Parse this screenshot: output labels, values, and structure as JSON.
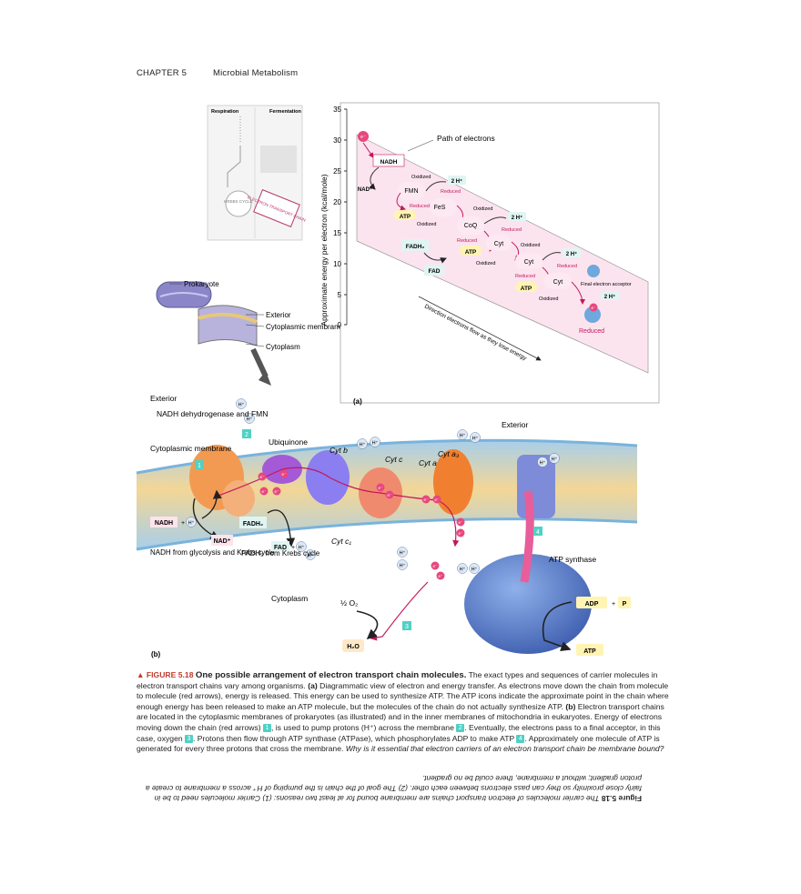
{
  "header": {
    "chapter": "CHAPTER 5",
    "title": "Microbial Metabolism"
  },
  "inset": {
    "respiration": "Respiration",
    "fermentation": "Fermentation",
    "krebs": "KREBS CYCLE",
    "etc": "ELECTRON TRANSPORT CHAIN"
  },
  "prokaryote": {
    "label": "Prokaryote",
    "exterior": "Exterior",
    "membrane": "Cytoplasmic membrane",
    "cytoplasm": "Cytoplasm"
  },
  "panel_a": {
    "label": "(a)",
    "ylabel": "Approximate energy per electron (kcal/mole)",
    "yticks": [
      "35",
      "30",
      "25",
      "20",
      "15",
      "10",
      "5",
      "0"
    ],
    "path_label": "Path of electrons",
    "direction": "Direction electrons flow as they lose energy",
    "electron": "e⁻",
    "nadh": "NADH",
    "nad": "NAD⁺",
    "fmn": "FMN",
    "fes": "FeS",
    "coq": "CoQ",
    "cyt": "Cyt",
    "fadh2": "FADH₂",
    "fad": "FAD",
    "atp": "ATP",
    "two_h": "2 H⁺",
    "oxidized": "Oxidized",
    "reduced": "Reduced",
    "final_acceptor": "Final electron acceptor"
  },
  "panel_b": {
    "label": "(b)",
    "exterior": "Exterior",
    "nadh_dh": "NADH dehydrogenase and FMN",
    "cyto_membrane": "Cytoplasmic membrane",
    "ubiquinone": "Ubiquinone",
    "cyt_b": "Cyt b",
    "cyt_c": "Cyt c",
    "cyt_a": "Cyt a",
    "cyt_a3": "Cyt a₃",
    "cyt_c1": "Cyt c₁",
    "h": "H⁺",
    "e": "e⁻",
    "nadh": "NADH",
    "plus": "+",
    "nad": "NAD⁺",
    "fadh2": "FADH₂",
    "fad": "FAD",
    "nadh_from": "NADH from glycolysis and Krebs cycle",
    "fadh2_from": "FADH₂ from Krebs cycle",
    "cytoplasm": "Cytoplasm",
    "half_o2": "½ O₂",
    "h2o": "H₂O",
    "atp_synthase": "ATP synthase",
    "adp": "ADP",
    "p": "P",
    "atp": "ATP",
    "steps": [
      "1",
      "2",
      "3",
      "4"
    ]
  },
  "caption": {
    "fig": "▲ FIGURE 5.18",
    "title": "One possible arrangement of electron transport chain molecules.",
    "t1": "The exact types and sequences of carrier molecules in electron transport chains vary among organisms.",
    "a": "(a)",
    "t2": "Diagrammatic view of electron and energy transfer. As electrons move down the chain from molecule to molecule (red arrows), energy is released. This energy can be used to synthesize ATP. The ATP icons indicate the approximate point in the chain where enough energy has been released to make an ATP molecule, but the molecules of the chain do not actually synthesize ATP.",
    "b": "(b)",
    "t3": "Electron transport chains are located in the cytoplasmic membranes of prokaryotes (as illustrated) and in the inner membranes of mitochondria in eukaryotes. Energy of electrons moving down the chain (red arrows)",
    "t4": ", is used to pump protons (H⁺) across the membrane",
    "t5": ". Eventually, the electrons pass to a final acceptor, in this case, oxygen",
    "t6": ". Protons then flow through ATP synthase (ATPase), which phosphorylates ADP to make ATP",
    "t7": ". Approximately one molecule of ATP is generated for every three protons that cross the membrane.",
    "q": "Why is it essential that electron carriers of an electron transport chain be membrane bound?",
    "n1": "1",
    "n2": "2",
    "n3": "3",
    "n4": "4"
  },
  "answer": {
    "label": "Figure 5.18",
    "text": "The carrier molecules of electron transport chains are membrane bound for at least two reasons: (1) Carrier molecules need to be in fairly close proximity so they can pass electrons between each other. (2) The goal of the chain is the pumping of H⁺ across a membrane to create a proton gradient; without a membrane, there could be no gradient."
  }
}
